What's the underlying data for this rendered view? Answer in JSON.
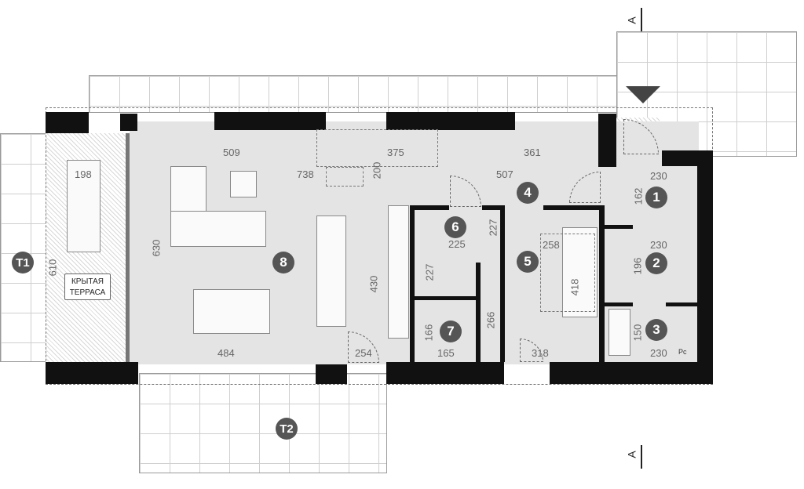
{
  "rooms": [
    {
      "number": "1"
    },
    {
      "number": "2"
    },
    {
      "number": "3"
    },
    {
      "number": "4"
    },
    {
      "number": "5"
    },
    {
      "number": "6"
    },
    {
      "number": "7"
    },
    {
      "number": "8"
    }
  ],
  "terraces": {
    "t1": "T1",
    "t2": "T2",
    "covered_label_line1": "КРЫТАЯ",
    "covered_label_line2": "ТЕРРАСА"
  },
  "section_marker": {
    "top": "A",
    "bottom": "A"
  },
  "dimensions": {
    "d509": "509",
    "d738": "738",
    "d198": "198",
    "d630": "630",
    "d610": "610",
    "d484": "484",
    "d254": "254",
    "d430": "430",
    "d200": "200",
    "d375": "375",
    "d361": "361",
    "d507": "507",
    "d225": "225",
    "d227a": "227",
    "d227b": "227",
    "d258": "258",
    "d418": "418",
    "d266": "266",
    "d166": "166",
    "d165": "165",
    "d318": "318",
    "d230a": "230",
    "d162": "162",
    "d230b": "230",
    "d196": "196",
    "d150": "150",
    "d230c": "230"
  },
  "equipment": {
    "boiler_label": "Pc"
  },
  "colors": {
    "wall": "#111111",
    "floor": "#e4e4e4",
    "badge": "#555555"
  }
}
